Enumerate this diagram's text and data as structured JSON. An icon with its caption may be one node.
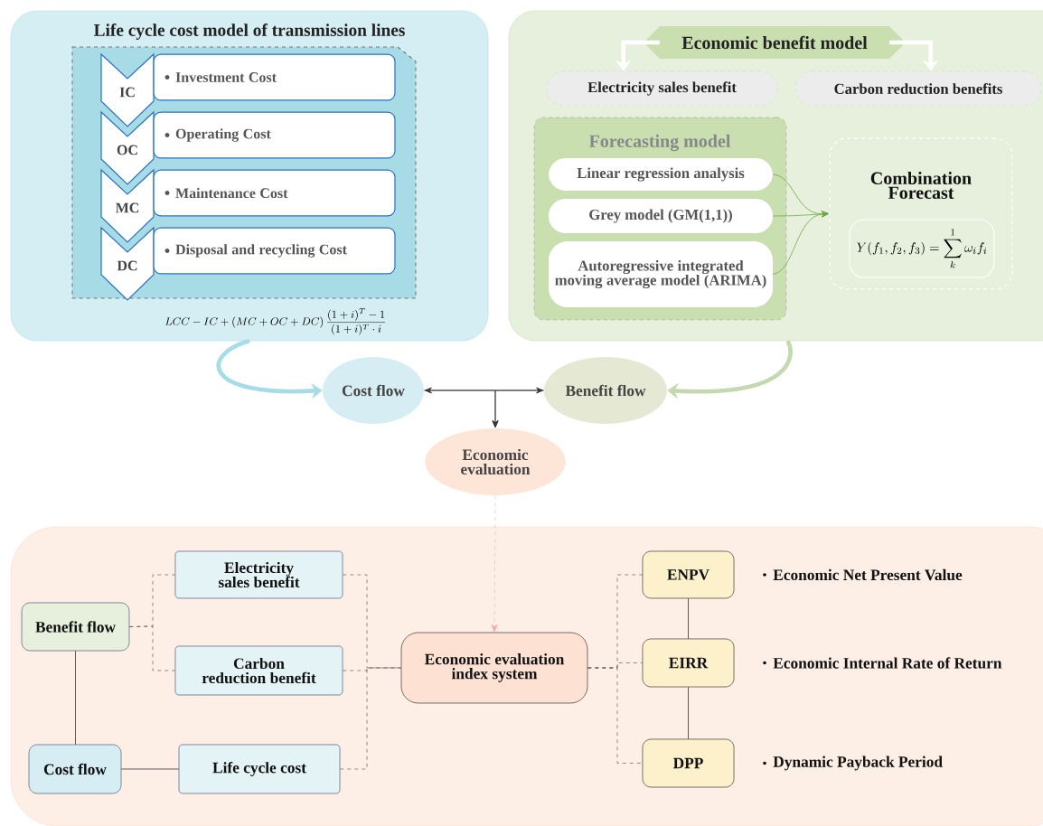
{
  "diagram": {
    "nodes": [
      {
        "text": [
          "Life cycle cost model of transmission lines"
        ]
      },
      {
        "text": [
          "IC"
        ],
        "in": 0
      },
      {
        "text": [
          "Investment Cost"
        ],
        "in": 0
      },
      {
        "text": [
          "OC"
        ],
        "in": 0
      },
      {
        "text": [
          "Operating Cost"
        ],
        "in": 0
      },
      {
        "text": [
          "MC"
        ],
        "in": 0
      },
      {
        "text": [
          "Maintenance Cost"
        ],
        "in": 0
      },
      {
        "text": [
          "DC"
        ],
        "in": 0
      },
      {
        "text": [
          "Disposal and recycling Cost"
        ],
        "in": 0
      },
      {
        "text": [],
        "shape": "box"
      },
      {
        "text": [
          "Economic benefit model"
        ],
        "in": 9
      },
      {
        "text": [
          "Electricity sales benefit"
        ],
        "in": 9
      },
      {
        "text": [
          "Carbon reduction benefits"
        ],
        "in": 9
      },
      {
        "text": [
          "Forecasting model"
        ],
        "in": 9
      },
      {
        "text": [
          "Linear regression analysis"
        ],
        "in": 13
      },
      {
        "text": [
          "Grey model (GM(1,1))"
        ],
        "in": 13
      },
      {
        "text": [
          "Autoregressive integrated moving average model (ARIMA)"
        ],
        "in": 13
      },
      {
        "text": [
          "Combination Forecast"
        ],
        "in": 9
      },
      {
        "text": [
          "Y(f_1,f_2,f_3)=\\sum_{k}^{1}\\omega_i f_i"
        ],
        "in": 17
      },
      {
        "text": [
          "Cost flow"
        ]
      },
      {
        "text": [
          "Benefit flow"
        ]
      },
      {
        "text": [
          "Economic evaluation"
        ]
      },
      {
        "text": [],
        "shape": "box"
      },
      {
        "text": [
          "Benefit flow"
        ],
        "in": 22
      },
      {
        "text": [
          "Electricity sales benefit"
        ],
        "in": 22
      },
      {
        "text": [
          "Carbon reduction benefit"
        ],
        "in": 22
      },
      {
        "text": [
          "Cost flow"
        ],
        "in": 22
      },
      {
        "text": [
          "Life cycle cost"
        ],
        "in": 22
      },
      {
        "text": [
          "Economic evaluation index system"
        ],
        "in": 22
      },
      {
        "text": [
          "ENPV"
        ],
        "in": 22,
        "beside": [
          "Economic Net Present Value"
        ]
      },
      {
        "text": [
          "EIRR"
        ],
        "in": 22,
        "beside": [
          "Economic Internal Rate of Return"
        ]
      },
      {
        "text": [
          "DPP"
        ],
        "in": 22,
        "beside": [
          "Dynamic Payback Period"
        ]
      }
    ],
    "edges": [
      {
        "from": 0,
        "to": 19,
        "arrow": "to",
        "style": "thick",
        "color": "#a6dce8"
      },
      {
        "from": 9,
        "to": 20,
        "arrow": "to",
        "style": "thick",
        "color": "#c5d9b0"
      },
      {
        "from": 19,
        "to": 20,
        "arrow": "both"
      },
      {
        "from": 19,
        "to": 21,
        "arrow": "to"
      },
      {
        "from": 20,
        "to": 21,
        "arrow": "to"
      },
      {
        "from": 10,
        "to": 11,
        "arrow": "to",
        "style": "thick",
        "color": "#ffffff"
      },
      {
        "from": 10,
        "to": 12,
        "arrow": "to",
        "style": "thick",
        "color": "#ffffff"
      },
      {
        "from": 14,
        "to": 17,
        "arrow": "to",
        "color": "#70a845"
      },
      {
        "from": 15,
        "to": 17,
        "arrow": "to",
        "color": "#70a845"
      },
      {
        "from": 16,
        "to": 17,
        "arrow": "to",
        "color": "#70a845"
      },
      {
        "from": 21,
        "to": 28,
        "arrow": "to",
        "style": "dashed",
        "color": "#f4a7a7"
      },
      {
        "from": 23,
        "to": 24,
        "arrow": "none",
        "style": "dashed"
      },
      {
        "from": 23,
        "to": 25,
        "arrow": "none",
        "style": "dashed"
      },
      {
        "from": 23,
        "to": 26,
        "arrow": "none"
      },
      {
        "from": 26,
        "to": 27,
        "arrow": "none"
      },
      {
        "from": 24,
        "to": 28,
        "arrow": "none",
        "style": "dashed"
      },
      {
        "from": 25,
        "to": 28,
        "arrow": "none",
        "style": "dashed"
      },
      {
        "from": 27,
        "to": 28,
        "arrow": "none",
        "style": "dashed"
      },
      {
        "from": 28,
        "to": 29,
        "arrow": "none",
        "style": "dashed"
      },
      {
        "from": 28,
        "to": 30,
        "arrow": "none",
        "style": "dashed"
      },
      {
        "from": 28,
        "to": 31,
        "arrow": "none",
        "style": "dashed"
      },
      {
        "from": 29,
        "to": 30,
        "arrow": "none"
      },
      {
        "from": 30,
        "to": 31,
        "arrow": "none"
      }
    ],
    "labels": [
      "LCC-IC+\\left(MC+OC+DC\\right)\\frac{(1+i)^{T}-1}{(1+i)^{T}\\cdot i}"
    ]
  }
}
